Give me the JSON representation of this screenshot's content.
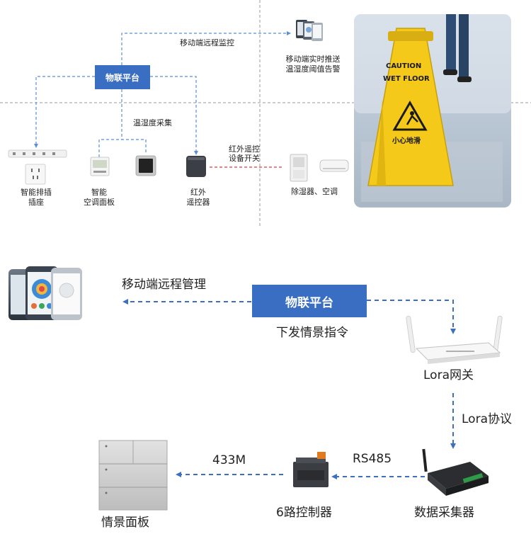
{
  "top": {
    "platform_label": "物联平台",
    "mobile_monitor_label": "移动端远程监控",
    "mobile_push_label_line1": "移动端实时推送",
    "mobile_push_label_line2": "温湿度阈值告警",
    "temp_collect_label": "温湿度采集",
    "ir_switch_label_line1": "红外遥控",
    "ir_switch_label_line2": "设备开关",
    "smart_strip_label_line1": "智能排插",
    "smart_strip_label_line2": "插座",
    "ac_panel_label_line1": "智能",
    "ac_panel_label_line2": "空调面板",
    "ir_remote_label_line1": "红外",
    "ir_remote_label_line2": "遥控器",
    "dehumid_label": "除湿器、空调",
    "caution_sign_line1": "CAUTION",
    "caution_sign_line2": "WET FLOOR",
    "caution_sign_line3": "小心地滑"
  },
  "bottom": {
    "platform_label": "物联平台",
    "mobile_manage_label": "移动端远程管理",
    "scene_command_label": "下发情景指令",
    "lora_gateway_label": "Lora网关",
    "lora_protocol_label": "Lora协议",
    "data_collector_label": "数据采集器",
    "rs485_label": "RS485",
    "controller_label": "6路控制器",
    "freq_label": "433M",
    "scene_panel_label": "情景面板"
  },
  "colors": {
    "platform_blue": "#3a6ec3",
    "dashed_blue": "#3d6fc0",
    "dashed_red": "#e0393e",
    "divider_gray": "#9a9a9a",
    "sign_yellow": "#f4c91a"
  }
}
